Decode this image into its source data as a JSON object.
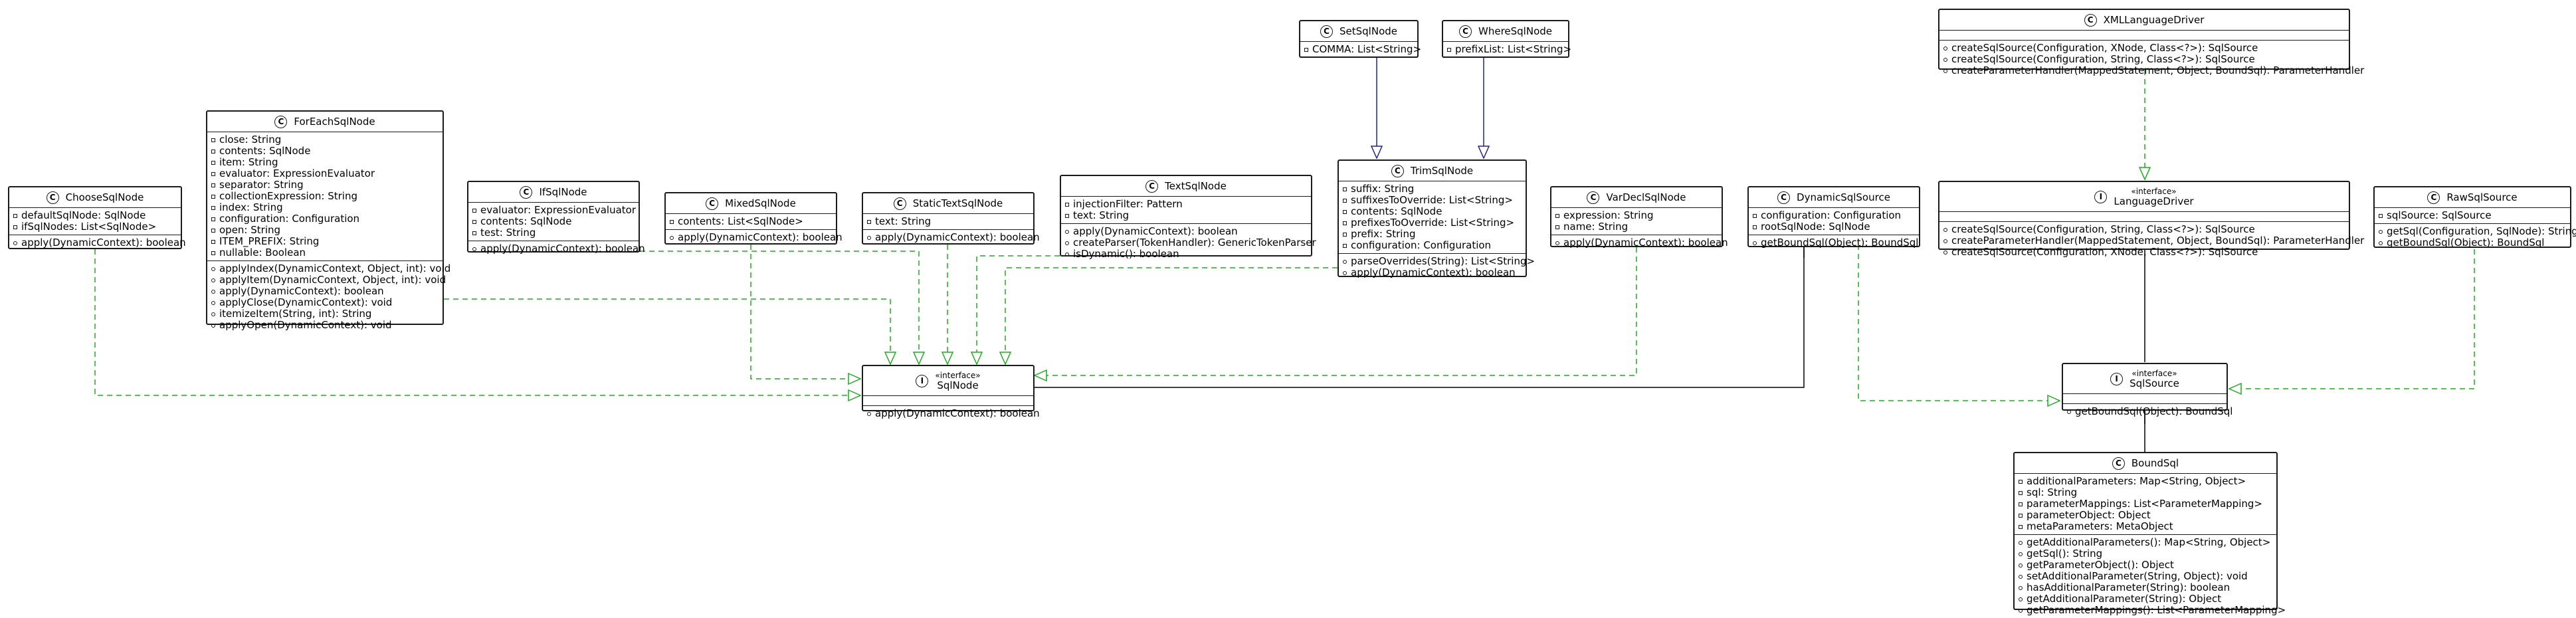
{
  "classes": {
    "choose": {
      "kind": "C",
      "name": "ChooseSqlNode",
      "attrs": [
        "defaultSqlNode: SqlNode",
        "ifSqlNodes: List<SqlNode>"
      ],
      "methods": [
        "apply(DynamicContext): boolean"
      ]
    },
    "foreach": {
      "kind": "C",
      "name": "ForEachSqlNode",
      "attrs": [
        "close: String",
        "contents: SqlNode",
        "item: String",
        "evaluator: ExpressionEvaluator",
        "separator: String",
        "collectionExpression: String",
        "index: String",
        "configuration: Configuration",
        "open: String",
        "ITEM_PREFIX: String",
        "nullable: Boolean"
      ],
      "methods": [
        "applyIndex(DynamicContext, Object, int): void",
        "applyItem(DynamicContext, Object, int): void",
        "apply(DynamicContext): boolean",
        "applyClose(DynamicContext): void",
        "itemizeItem(String, int): String",
        "applyOpen(DynamicContext): void"
      ]
    },
    "if": {
      "kind": "C",
      "name": "IfSqlNode",
      "attrs": [
        "evaluator: ExpressionEvaluator",
        "contents: SqlNode",
        "test: String"
      ],
      "methods": [
        "apply(DynamicContext): boolean"
      ]
    },
    "mixed": {
      "kind": "C",
      "name": "MixedSqlNode",
      "attrs": [
        "contents: List<SqlNode>"
      ],
      "methods": [
        "apply(DynamicContext): boolean"
      ]
    },
    "statictext": {
      "kind": "C",
      "name": "StaticTextSqlNode",
      "attrs": [
        "text: String"
      ],
      "methods": [
        "apply(DynamicContext): boolean"
      ]
    },
    "text": {
      "kind": "C",
      "name": "TextSqlNode",
      "attrs": [
        "injectionFilter: Pattern",
        "text: String"
      ],
      "methods": [
        "apply(DynamicContext): boolean",
        "createParser(TokenHandler): GenericTokenParser",
        "isDynamic(): boolean"
      ]
    },
    "set": {
      "kind": "C",
      "name": "SetSqlNode",
      "attrs": [
        "COMMA: List<String>"
      ],
      "methods": []
    },
    "where": {
      "kind": "C",
      "name": "WhereSqlNode",
      "attrs": [
        "prefixList: List<String>"
      ],
      "methods": []
    },
    "trim": {
      "kind": "C",
      "name": "TrimSqlNode",
      "attrs": [
        "suffix: String",
        "suffixesToOverride: List<String>",
        "contents: SqlNode",
        "prefixesToOverride: List<String>",
        "prefix: String",
        "configuration: Configuration"
      ],
      "methods": [
        "parseOverrides(String): List<String>",
        "apply(DynamicContext): boolean"
      ]
    },
    "vardecl": {
      "kind": "C",
      "name": "VarDeclSqlNode",
      "attrs": [
        "expression: String",
        "name: String"
      ],
      "methods": [
        "apply(DynamicContext): boolean"
      ]
    },
    "dynamic": {
      "kind": "C",
      "name": "DynamicSqlSource",
      "attrs": [
        "configuration: Configuration",
        "rootSqlNode: SqlNode"
      ],
      "methods": [
        "getBoundSql(Object): BoundSql"
      ]
    },
    "sqlnode": {
      "kind": "I",
      "stereotype": "«interface»",
      "name": "SqlNode",
      "attrs": [],
      "methods": [
        "apply(DynamicContext): boolean"
      ]
    },
    "xmldriver": {
      "kind": "C",
      "name": "XMLLanguageDriver",
      "attrs": [],
      "methods": [
        "createSqlSource(Configuration, XNode, Class<?>): SqlSource",
        "createSqlSource(Configuration, String, Class<?>): SqlSource",
        "createParameterHandler(MappedStatement, Object, BoundSql): ParameterHandler"
      ]
    },
    "langdriver": {
      "kind": "I",
      "stereotype": "«interface»",
      "name": "LanguageDriver",
      "attrs": [],
      "methods": [
        "createSqlSource(Configuration, String, Class<?>): SqlSource",
        "createParameterHandler(MappedStatement, Object, BoundSql): ParameterHandler",
        "createSqlSource(Configuration, XNode, Class<?>): SqlSource"
      ]
    },
    "raw": {
      "kind": "C",
      "name": "RawSqlSource",
      "attrs": [
        "sqlSource: SqlSource"
      ],
      "methods": [
        "getSql(Configuration, SqlNode): String",
        "getBoundSql(Object): BoundSql"
      ]
    },
    "sqlsource": {
      "kind": "I",
      "stereotype": "«interface»",
      "name": "SqlSource",
      "attrs": [],
      "methods": [
        "getBoundSql(Object): BoundSql"
      ]
    },
    "boundsql": {
      "kind": "C",
      "name": "BoundSql",
      "attrs": [
        "additionalParameters: Map<String, Object>",
        "sql: String",
        "parameterMappings: List<ParameterMapping>",
        "parameterObject: Object",
        "metaParameters: MetaObject"
      ],
      "methods": [
        "getAdditionalParameters(): Map<String, Object>",
        "getSql(): String",
        "getParameterObject(): Object",
        "setAdditionalParameter(String, Object): void",
        "hasAdditionalParameter(String): boolean",
        "getAdditionalParameter(String): Object",
        "getParameterMappings(): List<ParameterMapping>"
      ]
    }
  },
  "colors": {
    "realization": "#22aa22",
    "inheritance": "#22228a",
    "association": "#000000"
  }
}
